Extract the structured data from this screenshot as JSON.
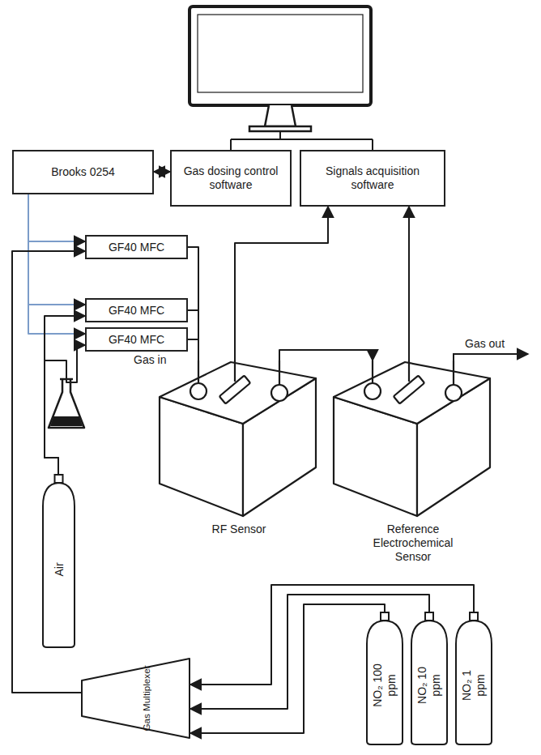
{
  "diagram": {
    "nodes": [
      {
        "text": [
          "Brooks 0254"
        ]
      },
      {
        "text": [
          "Gas dosing control software"
        ]
      },
      {
        "text": [
          "Signals acquisition software"
        ]
      },
      {
        "text": [
          "GF40 MFC"
        ]
      },
      {
        "text": [
          "GF40 MFC"
        ]
      },
      {
        "text": [
          "GF40 MFC"
        ]
      },
      {
        "text": [
          "RF Sensor"
        ]
      },
      {
        "text": [
          "Reference Electrochemical Sensor"
        ]
      },
      {
        "text": [
          "Air"
        ]
      },
      {
        "text": [
          "Gas Multiplexer"
        ]
      },
      {
        "text": [
          "NO₂ 100 ppm"
        ]
      },
      {
        "text": [
          "NO₂ 10 ppm"
        ]
      },
      {
        "text": [
          "NO₂ 1 ppm"
        ]
      }
    ],
    "edges": [
      {
        "from": 0,
        "to": 1,
        "arrow": "both"
      },
      {
        "from": 0,
        "to": 3,
        "arrow": "to"
      },
      {
        "from": 0,
        "to": 4,
        "arrow": "to"
      },
      {
        "from": 0,
        "to": 5,
        "arrow": "to"
      },
      {
        "from": 3,
        "to": 6,
        "arrow": "none"
      },
      {
        "from": 4,
        "to": 6,
        "arrow": "none"
      },
      {
        "from": 5,
        "to": 6,
        "arrow": "none"
      },
      {
        "from": 6,
        "to": 7,
        "arrow": "to"
      },
      {
        "from": 6,
        "to": 2,
        "arrow": "to"
      },
      {
        "from": 7,
        "to": 2,
        "arrow": "to"
      },
      {
        "from": 9,
        "to": 3,
        "arrow": "to"
      },
      {
        "from": 8,
        "to": 4,
        "arrow": "to"
      },
      {
        "from": 8,
        "to": 5,
        "arrow": "to"
      },
      {
        "from": 10,
        "to": 9,
        "arrow": "to"
      },
      {
        "from": 11,
        "to": 9,
        "arrow": "to"
      },
      {
        "from": 12,
        "to": 9,
        "arrow": "to"
      }
    ],
    "labels": [
      "Gas in",
      "Gas out"
    ]
  }
}
